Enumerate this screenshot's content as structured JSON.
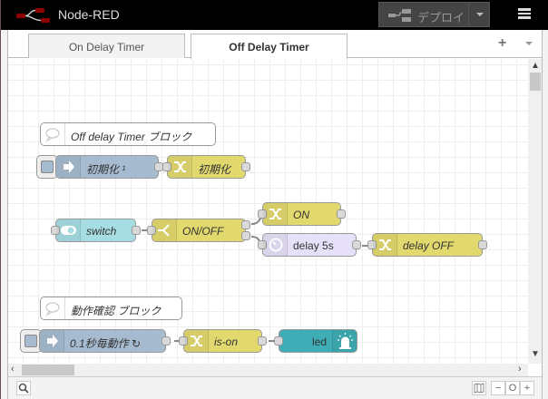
{
  "header": {
    "app_title": "Node-RED",
    "deploy_label": "デプロイ",
    "deploy_icon": "deploy-flow-icon",
    "menu_icon": "hamburger-menu-icon"
  },
  "tabs": [
    {
      "label": "On Delay Timer",
      "active": false
    },
    {
      "label": "Off Delay Timer",
      "active": true
    }
  ],
  "tab_actions": {
    "add": "+",
    "menu": "chevron-down-icon"
  },
  "nodes": {
    "comment1": {
      "label": "Off delay Timer ブロック",
      "type": "comment"
    },
    "inject1": {
      "label": "初期化 ¹",
      "type": "inject",
      "color": "#a6bbcf"
    },
    "change_init": {
      "label": "初期化",
      "type": "change",
      "color": "#e2d96e"
    },
    "ui_switch": {
      "label": "switch",
      "type": "ui_switch",
      "color": "#a6dde3"
    },
    "switch_onoff": {
      "label": "ON/OFF",
      "type": "switch",
      "color": "#e2d96e"
    },
    "change_on": {
      "label": "ON",
      "type": "change",
      "color": "#e2d96e"
    },
    "delay": {
      "label": "delay 5s",
      "type": "delay",
      "color": "#e6e0f8"
    },
    "change_delay_off": {
      "label": "delay OFF",
      "type": "change",
      "color": "#e2d96e"
    },
    "comment2": {
      "label": "動作確認 ブロック",
      "type": "comment"
    },
    "inject2": {
      "label": "0.1秒毎動作 ↻",
      "type": "inject",
      "color": "#a6bbcf"
    },
    "change_ison": {
      "label": "is-on",
      "type": "change",
      "color": "#e2d96e"
    },
    "led": {
      "label": "led",
      "type": "ui_led",
      "color": "#3fadb5"
    }
  },
  "footer": {
    "search": "search-icon",
    "map": "map-icon",
    "zoom_out": "−",
    "zoom_reset": "O",
    "zoom_in": "+"
  }
}
